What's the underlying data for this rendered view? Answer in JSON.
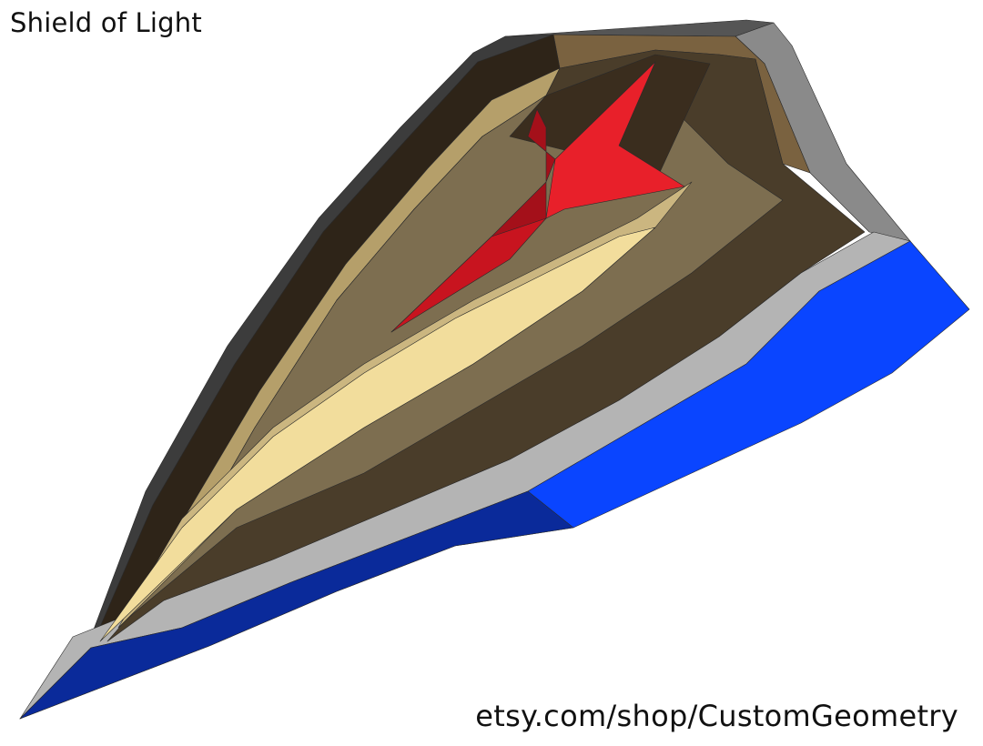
{
  "image": {
    "title": "Shield of Light",
    "watermark": "etsy.com/shop/CustomGeometry",
    "subject": "low-poly 3D shield model",
    "colors": {
      "background": "#ffffff",
      "rim_dark": "#3a3a3a",
      "rim_mid": "#6b6b6b",
      "rim_light": "#b4b4b4",
      "bevel_brown": "#7a6240",
      "face_dark": "#3c3325",
      "face_mid": "#7d6e50",
      "face_tan": "#cbb680",
      "face_light": "#f2dd9c",
      "star_red": "#e8202a",
      "star_dark_red": "#a4101a",
      "band_blue": "#0a45ff",
      "band_blue_dark": "#0a2a9a",
      "text": "#111111"
    }
  }
}
